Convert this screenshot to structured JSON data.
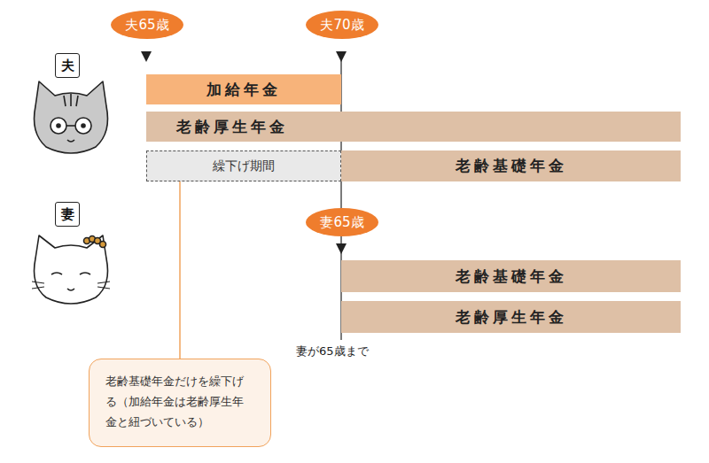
{
  "diagram": {
    "nodes": [
      {
        "text": [
          "夫65歳"
        ]
      },
      {
        "text": [
          "夫70歳"
        ]
      },
      {
        "text": [
          "夫"
        ]
      },
      {
        "text": [
          "加給年金"
        ]
      },
      {
        "text": [
          "老齢厚生年金"
        ]
      },
      {
        "text": [
          "繰下げ期間"
        ]
      },
      {
        "text": [
          "老齢基礎年金"
        ]
      },
      {
        "text": [
          "妻"
        ]
      },
      {
        "text": [
          "妻65歳"
        ]
      },
      {
        "text": [
          "老齢基礎年金"
        ]
      },
      {
        "text": [
          "老齢厚生年金"
        ]
      },
      {
        "text": [
          "老齢基礎年金だけを繰下げる（加給年金は老齢厚生年金と紐づいている）"
        ]
      }
    ],
    "edges": [
      {
        "from": 11,
        "to": 5,
        "arrow": "none"
      }
    ],
    "labels": [
      "妻が65歳まで"
    ]
  }
}
